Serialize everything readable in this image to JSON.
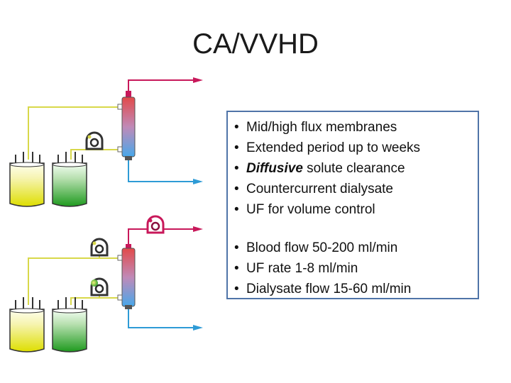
{
  "title": "CA/VVHD",
  "info_box": {
    "group_1": [
      {
        "emph": "",
        "text": "Mid/high flux membranes"
      },
      {
        "emph": "",
        "text": "Extended period up to weeks"
      },
      {
        "emph": "Diffusive",
        "text": " solute clearance"
      },
      {
        "emph": "",
        "text": "Countercurrent dialysate"
      },
      {
        "emph": "",
        "text": "UF for volume control"
      }
    ],
    "group_2": [
      {
        "emph": "",
        "text": "Blood flow 50-200 ml/min"
      },
      {
        "emph": "",
        "text": "UF rate 1-8 ml/min"
      },
      {
        "emph": "",
        "text": "Dialysate flow 15-60 ml/min"
      }
    ]
  },
  "colors": {
    "blood_line": "#c8185a",
    "fluid_line": "#2e9bd6",
    "access_line": "#d8d84a",
    "filter_top": "#e05050",
    "filter_bottom": "#4aa8e8",
    "bag_yellow": "#e8e000",
    "bag_green": "#20a020",
    "box_border": "#4f74a8"
  },
  "icons": [
    "filter-cartridge-icon",
    "roller-pump-icon",
    "fluid-bag-icon",
    "flow-arrow-icon"
  ]
}
